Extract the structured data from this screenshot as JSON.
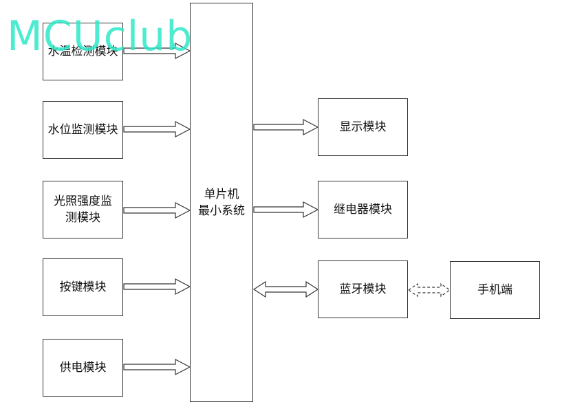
{
  "watermark": "MCUclub",
  "colors": {
    "line": "#333333",
    "watermark": "#2ee8c8"
  },
  "inputs": [
    {
      "id": "water-temp",
      "label": "水温检测模块"
    },
    {
      "id": "water-level",
      "label": "水位监测模块"
    },
    {
      "id": "light",
      "label": "光照强度监测模块"
    },
    {
      "id": "keys",
      "label": "按键模块"
    },
    {
      "id": "power",
      "label": "供电模块"
    }
  ],
  "center": {
    "line1": "单片机",
    "line2": "最小系统"
  },
  "outputs": [
    {
      "id": "display",
      "label": "显示模块"
    },
    {
      "id": "relay",
      "label": "继电器模块"
    },
    {
      "id": "bluetooth",
      "label": "蓝牙模块"
    }
  ],
  "phone": {
    "label": "手机端"
  }
}
